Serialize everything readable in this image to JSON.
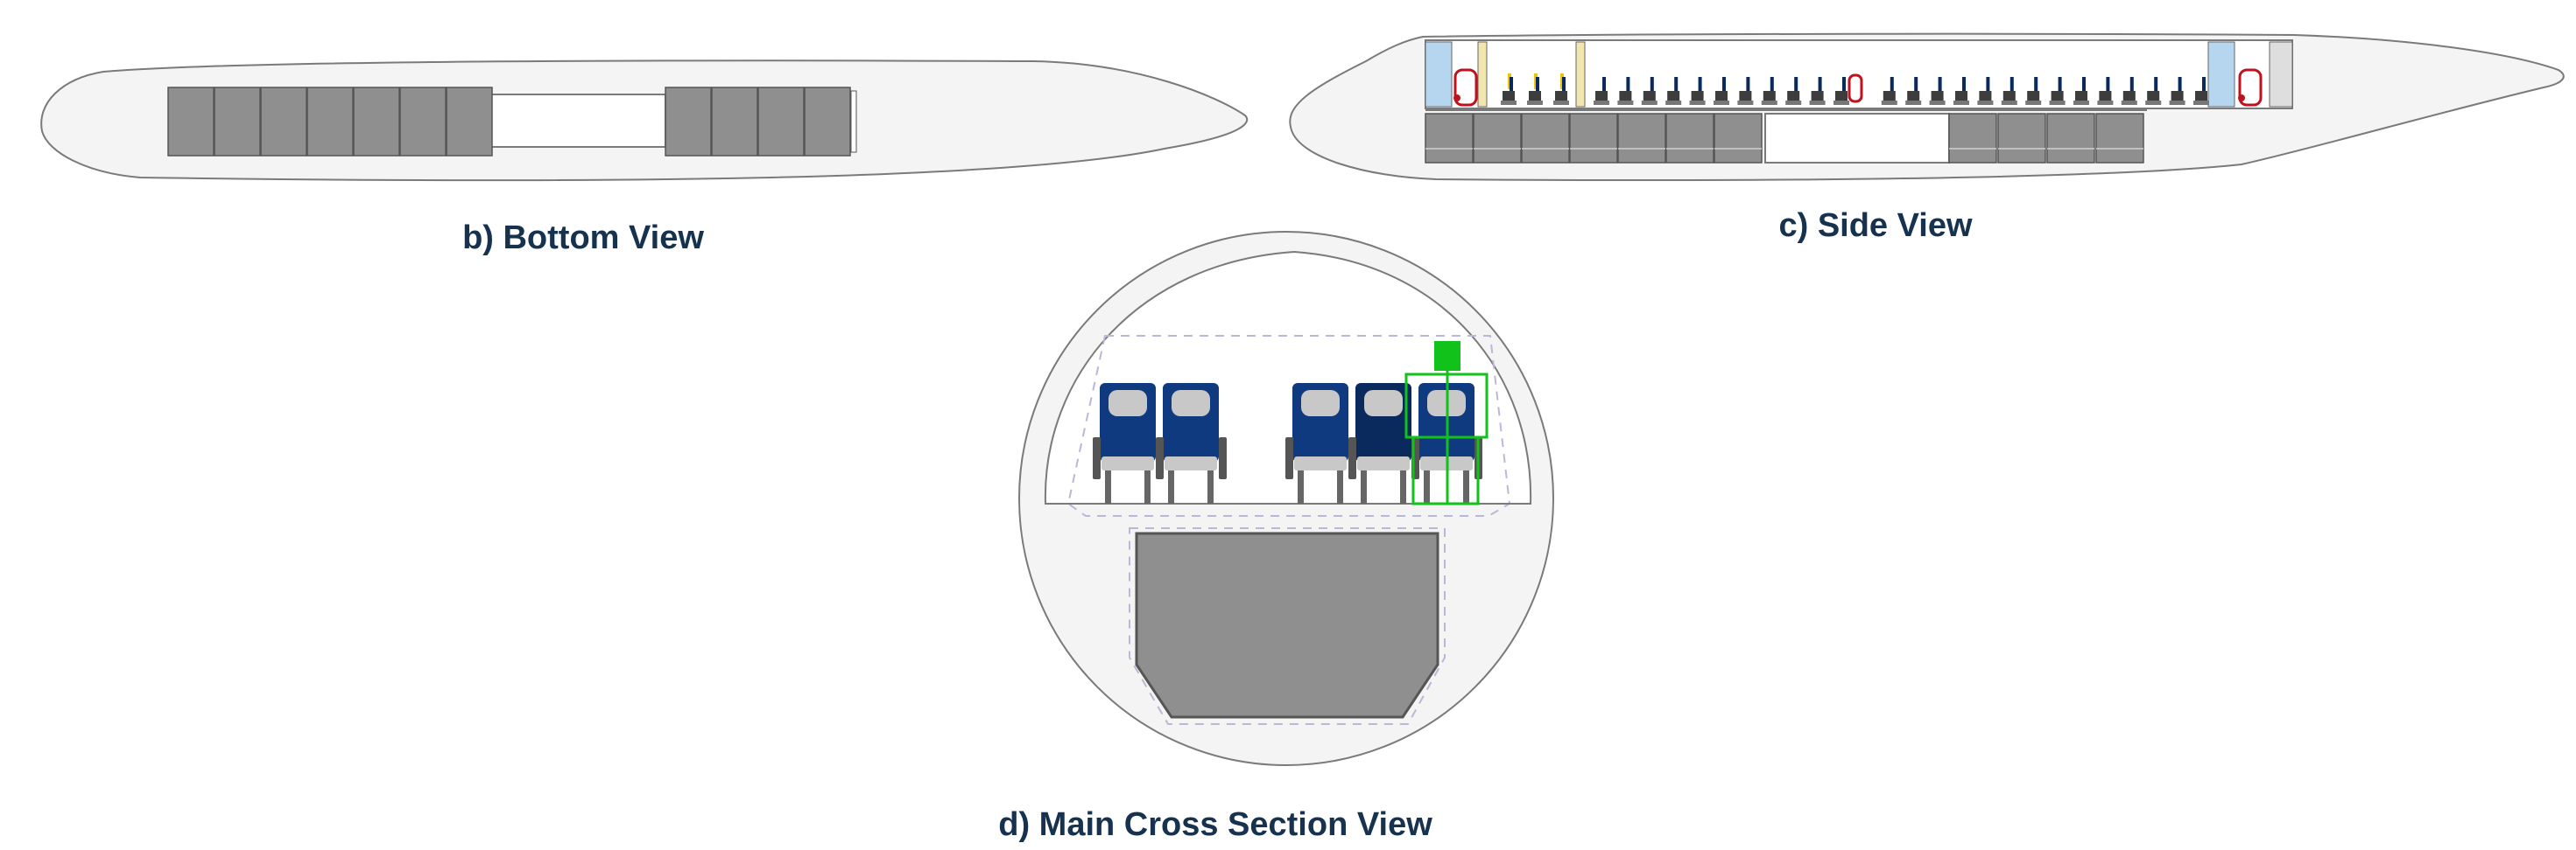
{
  "captions": {
    "bottom": "b) Bottom View",
    "side": "c) Side View",
    "cross": "d) Main Cross Section View"
  },
  "colors": {
    "caption": "#16324f",
    "fuselage_fill": "#f4f4f4",
    "fuselage_stroke": "#7a7a7a",
    "cargo_fill": "#8f8f8f",
    "cargo_stroke": "#555555",
    "seat_blue": "#0f3a80",
    "seat_dark": "#0a2a5e",
    "headrest": "#c8c8c8",
    "lavatory": "#b6d5ee",
    "galley": "#f1e5b0",
    "door": "#c0111f",
    "crew_seat": "#f2c20b",
    "monument": "#dedede",
    "passenger": "#11c21a"
  },
  "icons": {
    "seat": "seat-icon",
    "door": "door-icon",
    "passenger": "passenger-icon"
  }
}
